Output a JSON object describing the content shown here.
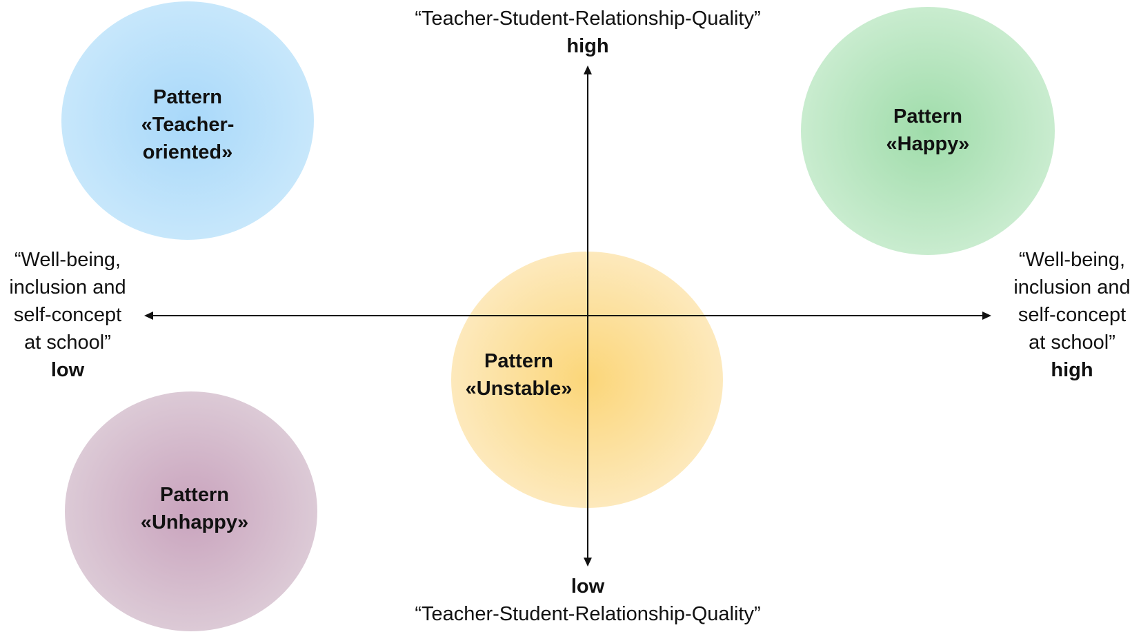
{
  "axes": {
    "top": {
      "quote": "“Teacher-Student-Relationship-Quality”",
      "level": "high"
    },
    "bottom": {
      "level": "low",
      "quote": "“Teacher-Student-Relationship-Quality”"
    },
    "left": {
      "lines": [
        "“Well-being,",
        "inclusion and",
        "self-concept",
        "at school”"
      ],
      "level": "low"
    },
    "right": {
      "lines": [
        "“Well-being,",
        "inclusion and",
        "self-concept",
        "at school”"
      ],
      "level": "high"
    }
  },
  "patterns": {
    "teacher_oriented": {
      "lines": [
        "Pattern",
        "«Teacher-",
        "oriented»"
      ],
      "color": "#a9d8f7"
    },
    "happy": {
      "lines": [
        "Pattern",
        "«Happy»"
      ],
      "color": "#a9dfb4"
    },
    "unstable": {
      "lines": [
        "Pattern",
        "«Unstable»"
      ],
      "color": "#fbd58a"
    },
    "unhappy": {
      "lines": [
        "Pattern",
        "«Unhappy»"
      ],
      "color": "#cfaec3"
    }
  }
}
